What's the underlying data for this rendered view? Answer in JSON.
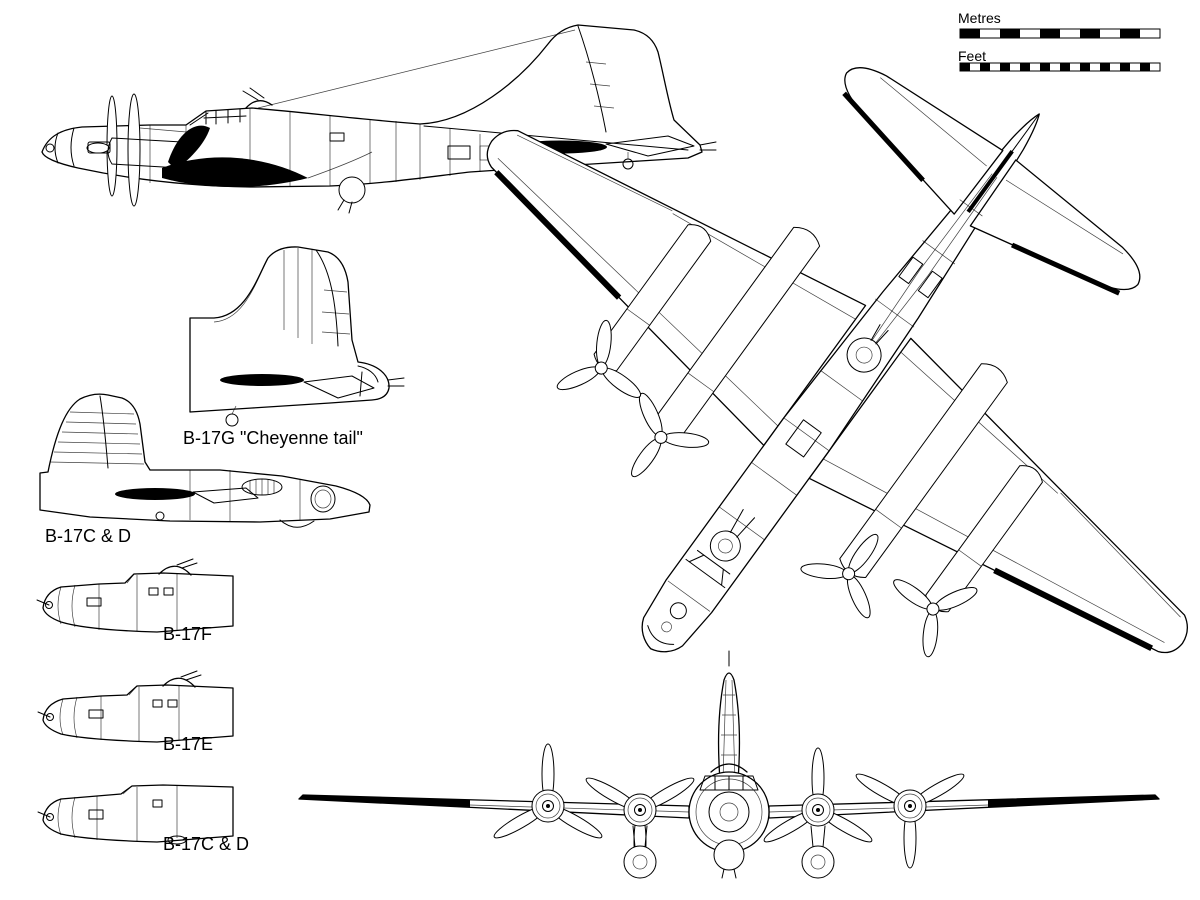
{
  "colors": {
    "background": "#ffffff",
    "ink": "#000000"
  },
  "scalebar": {
    "metres": "Metres",
    "feet": "Feet"
  },
  "labels": {
    "cheyenne": "B-17G \"Cheyenne tail\"",
    "tail_cd": "B-17C & D",
    "nose_f": "B-17F",
    "nose_e": "B-17E",
    "nose_cd": "B-17C & D"
  }
}
